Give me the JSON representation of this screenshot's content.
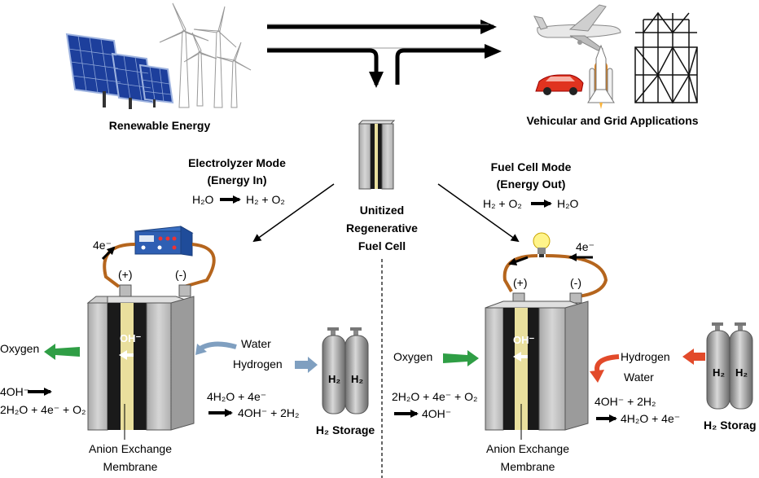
{
  "labels": {
    "renewable": "Renewable Energy",
    "vehicular": "Vehicular and  Grid Applications",
    "urfc_line1": "Unitized",
    "urfc_line2": "Regenerative",
    "urfc_line3": "Fuel Cell",
    "electrolyzer_line1": "Electrolyzer Mode",
    "electrolyzer_line2": "(Energy In)",
    "fuelcell_line1": "Fuel Cell Mode",
    "fuelcell_line2": "(Energy Out)",
    "h2_storage": "H₂ Storage",
    "h2_storage_right": "H₂ Storag",
    "membrane_line1": "Anion Exchange",
    "membrane_line2": "Membrane"
  },
  "equations": {
    "electrolyzer": {
      "left": "H₂O",
      "right": "H₂ + O₂"
    },
    "fuelcell": {
      "left": "H₂ + O₂",
      "right": "H₂O"
    }
  },
  "left_cell": {
    "electrons": "4e⁻",
    "plus": "(+)",
    "minus": "(-)",
    "ion": "OH⁻",
    "oxygen": "Oxygen",
    "water": "Water",
    "hydrogen": "Hydrogen",
    "anode_eq1": "4OH⁻",
    "anode_eq2": "2H₂O + 4e⁻ + O₂",
    "cathode_eq1": "4H₂O + 4e⁻",
    "cathode_eq2": "4OH⁻ + 2H₂",
    "tank": "H₂"
  },
  "right_cell": {
    "electrons": "4e⁻",
    "plus": "(+)",
    "minus": "(-)",
    "ion": "OH⁻",
    "oxygen": "Oxygen",
    "hydrogen": "Hydrogen",
    "water": "Water",
    "cathode_eq1": "2H₂O + 4e⁻ + O₂",
    "cathode_eq2": "4OH⁻",
    "anode_eq1": "4OH⁻ + 2H₂",
    "anode_eq2": "4H₂O + 4e⁻",
    "tank": "H₂"
  },
  "colors": {
    "frame": "#c4c4c4",
    "electrode": "#1a1a1a",
    "membrane": "#e9df9d",
    "wire": "#b5651d",
    "green_arrow": "#2f9e45",
    "blue_arrow": "#7f9fc0",
    "red_arrow": "#e24a2a",
    "tank": "#9a9a9a"
  }
}
